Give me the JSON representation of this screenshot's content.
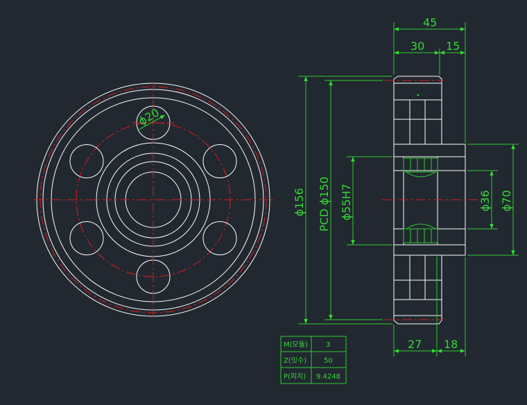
{
  "front_view": {
    "hole_dia_label": "ϕ20"
  },
  "section_view": {
    "dims_top": {
      "overall": "45",
      "left": "30",
      "right": "15"
    },
    "dims_bottom": {
      "left": "27",
      "right": "18"
    },
    "dims_left": {
      "outer": "ϕ156",
      "pcd": "PCD  ϕ150",
      "bore": "ϕ55H7"
    },
    "dims_right": {
      "inner": "ϕ36",
      "hub": "ϕ70"
    }
  },
  "spec_table": {
    "rows": [
      {
        "label": "M(모듈)",
        "value": "3"
      },
      {
        "label": "Z(잇수)",
        "value": "50"
      },
      {
        "label": "P(피치)",
        "value": "9.4248"
      }
    ]
  },
  "colors": {
    "background": "#212830",
    "outline": "#ffffff",
    "centerline": "#e01b1b",
    "dimension": "#2ecc2e"
  }
}
